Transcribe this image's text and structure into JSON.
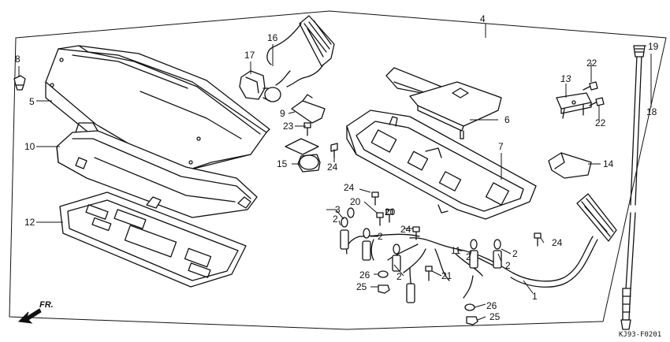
{
  "diagram": {
    "callouts": {
      "c1": "1",
      "c2a": "2",
      "c2b": "2",
      "c2c": "2",
      "c2d": "2",
      "c2e": "2",
      "c2f": "2",
      "c3": "3",
      "c4": "4",
      "c5": "5",
      "c6": "6",
      "c7": "7",
      "c8": "8",
      "c9": "9",
      "c10": "10",
      "c11": "11",
      "c12": "12",
      "c13": "13",
      "c14": "14",
      "c15": "15",
      "c16": "16",
      "c17": "17",
      "c18": "18",
      "c19": "19",
      "c20a": "20",
      "c20b": "20",
      "c21": "21",
      "c22a": "22",
      "c22b": "22",
      "c23": "23",
      "c24a": "24",
      "c24b": "24",
      "c24c": "24",
      "c24d": "24",
      "c25a": "25",
      "c25b": "25",
      "c26a": "26",
      "c26b": "26"
    },
    "front_label": "FR.",
    "diagram_code": "KJ93-F0201"
  }
}
